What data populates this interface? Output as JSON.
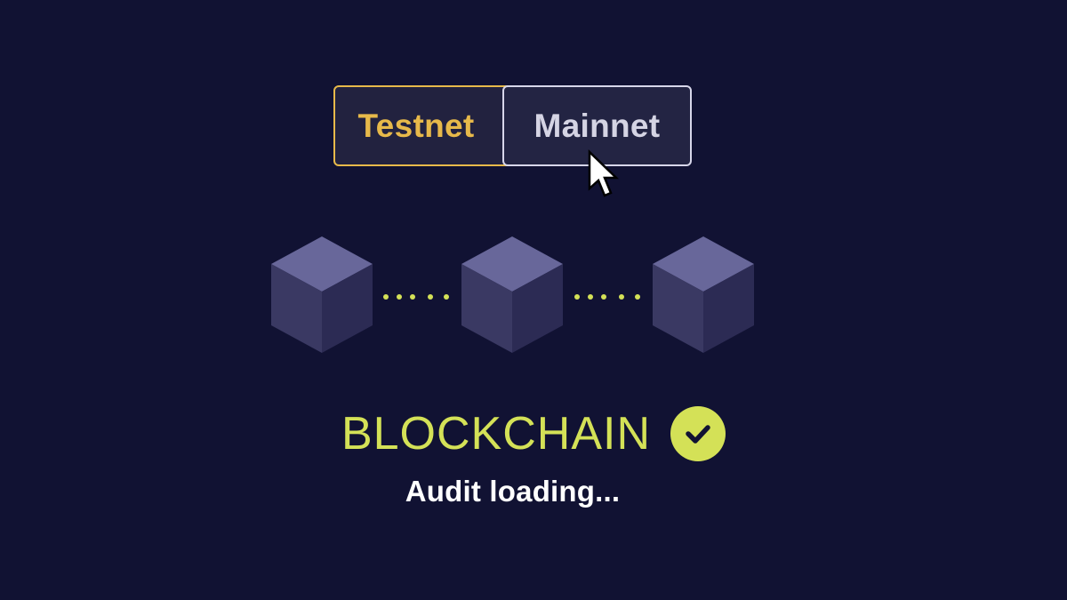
{
  "network_toggle": {
    "options": [
      "Testnet",
      "Mainnet"
    ],
    "selected": "Mainnet"
  },
  "chain": {
    "block_count": 3,
    "connector_dots": 5
  },
  "title": "BLOCKCHAIN",
  "subtitle": "Audit loading...",
  "icons": {
    "status": "check-circle-icon",
    "cursor": "pointer-cursor-icon",
    "block": "cube-icon"
  },
  "colors": {
    "background": "#111233",
    "accent": "#d4e157",
    "testnet": "#e7b94a",
    "cube_top": "#68679a",
    "cube_left": "#3a3963",
    "cube_right": "#2c2b54"
  }
}
